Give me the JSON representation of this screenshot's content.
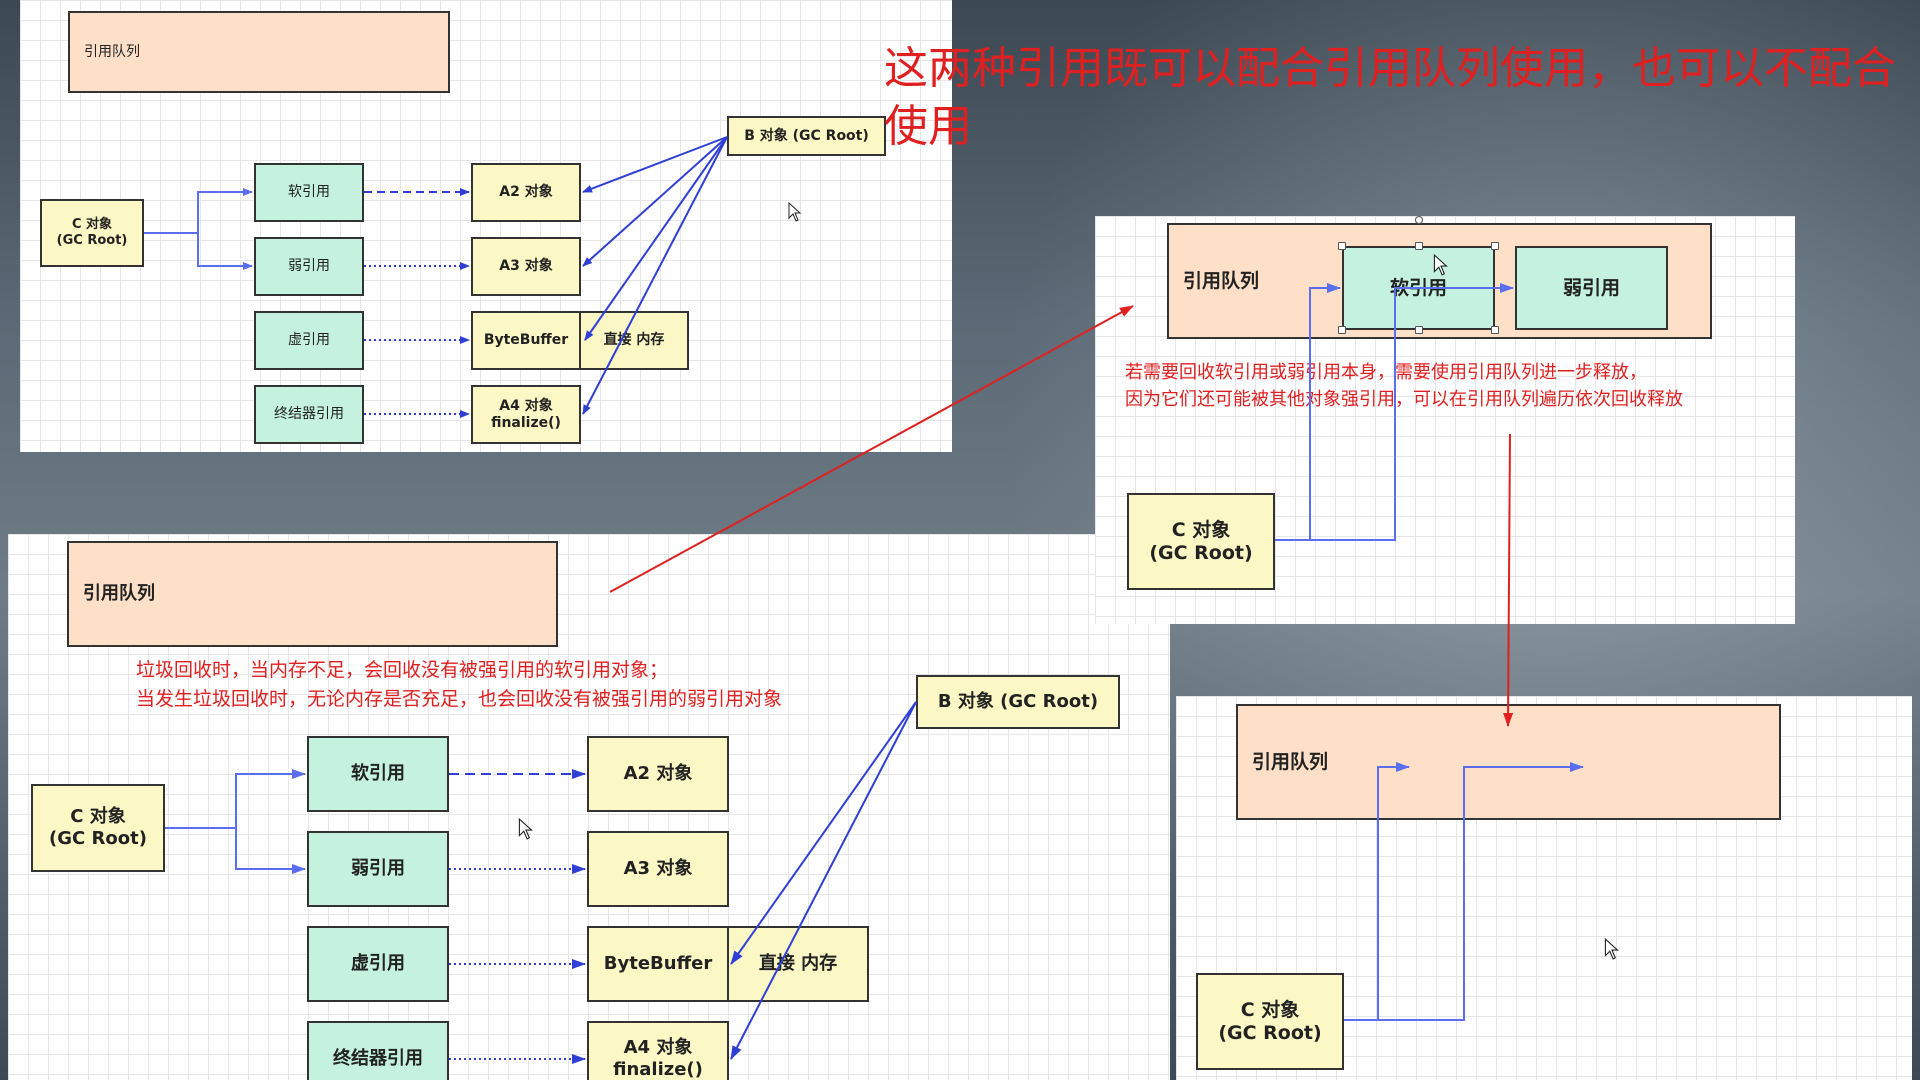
{
  "headline": "这两种引用既可以配合引用队列使用，也可以不配合使用",
  "colors": {
    "queue": "#fde0c7",
    "ref": "#c4f2df",
    "object": "#fbf8c5",
    "arrow_blue": "#2f3fd6",
    "link_blue": "#6b7bf0",
    "note_red": "#e02020"
  },
  "icons": [
    "cursor-icon"
  ],
  "panel1": {
    "queue": "引用队列",
    "c_root": "C 对象\n(GC Root)",
    "b_root": "B 对象  (GC Root)",
    "soft": "软引用",
    "weak": "弱引用",
    "phantom": "虚引用",
    "finalizer": "终结器引用",
    "a2": "A2 对象",
    "a3": "A3 对象",
    "bytebuffer": "ByteBuffer",
    "direct_mem": "直接 内存",
    "a4": "A4 对象\nfinalize()"
  },
  "panel2": {
    "queue": "引用队列",
    "note": "垃圾回收时，当内存不足，会回收没有被强引用的软引用对象；\n当发生垃圾回收时，无论内存是否充足，也会回收没有被强引用的弱引用对象",
    "c_root": "C 对象\n(GC Root)",
    "b_root": "B 对象  (GC Root)",
    "soft": "软引用",
    "weak": "弱引用",
    "phantom": "虚引用",
    "finalizer": "终结器引用",
    "a2": "A2 对象",
    "a3": "A3 对象",
    "bytebuffer": "ByteBuffer",
    "direct_mem": "直接 内存",
    "a4": "A4 对象\nfinalize()"
  },
  "panel3": {
    "queue": "引用队列",
    "soft": "软引用",
    "weak": "弱引用",
    "note": "若需要回收软引用或弱引用本身，需要使用引用队列进一步释放，\n因为它们还可能被其他对象强引用，可以在引用队列遍历依次回收释放",
    "c_root": "C 对象\n(GC Root)"
  },
  "panel4": {
    "queue": "引用队列",
    "c_root": "C 对象\n(GC Root)"
  }
}
